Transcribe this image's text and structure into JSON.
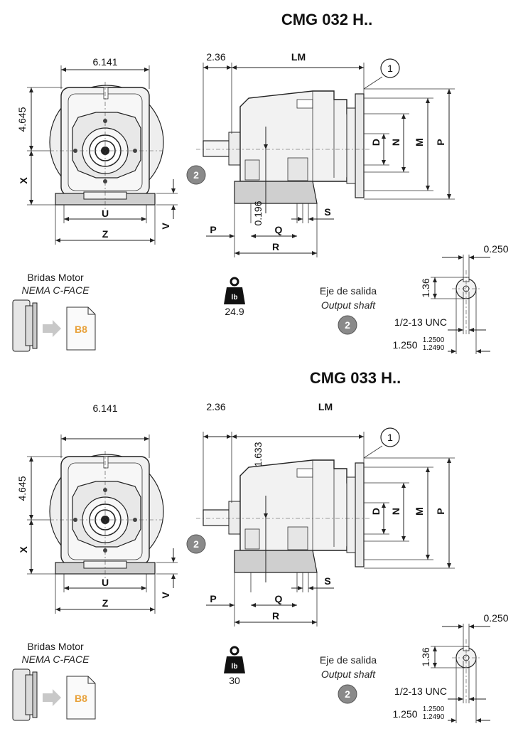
{
  "blocks": [
    {
      "title": "CMG 032 H..",
      "front": {
        "width": "6.141",
        "height": "4.645",
        "x": "X",
        "u": "U",
        "z": "Z",
        "v": "V"
      },
      "side": {
        "shaft_len": "2.36",
        "lm": "LM",
        "callout": "1",
        "d": "D",
        "n": "N",
        "m": "M",
        "p_right": "P",
        "offset": "0.196",
        "p": "P",
        "q": "Q",
        "r": "R",
        "s": "S",
        "badge": "2"
      },
      "flange": {
        "line1": "Bridas Motor",
        "line2": "NEMA C-FACE",
        "doc": "B8"
      },
      "weight": {
        "icon_label": "lb",
        "value": "24.9"
      },
      "output": {
        "line1": "Eje de salida",
        "line2": "Output shaft",
        "badge": "2",
        "key": "0.250",
        "height": "1.36",
        "thread": "1/2-13 UNC",
        "diam": "1.250",
        "tol_hi": "1.2500",
        "tol_lo": "1.2490"
      }
    },
    {
      "title": "CMG 033 H..",
      "front": {
        "width": "6.141",
        "height": "4.645",
        "x": "X",
        "u": "U",
        "z": "Z",
        "v": "V"
      },
      "side": {
        "shaft_len": "2.36",
        "lm": "LM",
        "callout": "1",
        "d": "D",
        "n": "N",
        "m": "M",
        "p_right": "P",
        "offset": "1.633",
        "p": "P",
        "q": "Q",
        "r": "R",
        "s": "S",
        "badge": "2"
      },
      "flange": {
        "line1": "Bridas Motor",
        "line2": "NEMA C-FACE",
        "doc": "B8"
      },
      "weight": {
        "icon_label": "lb",
        "value": "30"
      },
      "output": {
        "line1": "Eje de salida",
        "line2": "Output shaft",
        "badge": "2",
        "key": "0.250",
        "height": "1.36",
        "thread": "1/2-13 UNC",
        "diam": "1.250",
        "tol_hi": "1.2500",
        "tol_lo": "1.2490"
      }
    }
  ],
  "colors": {
    "doc_text": "#e8a13a",
    "badge": "#8a8a8a",
    "arrow": "#c8c8c8"
  }
}
